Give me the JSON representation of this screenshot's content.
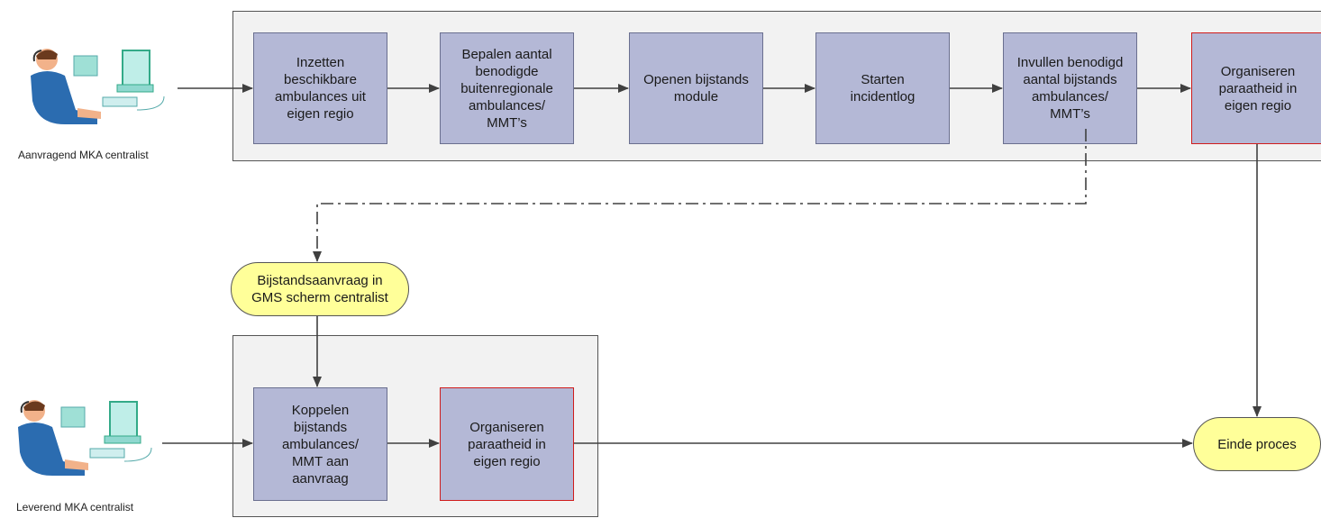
{
  "actors": {
    "requesting": "Aanvragend MKA centralist",
    "supplying": "Leverend MKA centralist"
  },
  "top_lane": {
    "steps": [
      "Inzetten\nbeschikbare\nambulances uit\neigen regio",
      "Bepalen aantal\nbenodigde\nbuitenregionale\nambulances/\nMMT’s",
      "Openen bijstands\nmodule",
      "Starten\nincidentlog",
      "Invullen benodigd\naantal bijstands\nambulances/\nMMT’s",
      "Organiseren\nparaatheid in\neigen regio"
    ]
  },
  "middle": {
    "request_terminal": "Bijstandsaanvraag in\nGMS scherm centralist"
  },
  "bottom_lane": {
    "steps": [
      "Koppelen\nbijstands\nambulances/\nMMT aan\naanvraag",
      "Organiseren\nparaatheid in\neigen regio"
    ]
  },
  "end_terminal": "Einde proces",
  "colors": {
    "process_fill": "#b4b8d6",
    "terminal_fill": "#ffff99",
    "highlight_border": "#d01c1c",
    "lane_fill": "#f2f2f2"
  }
}
